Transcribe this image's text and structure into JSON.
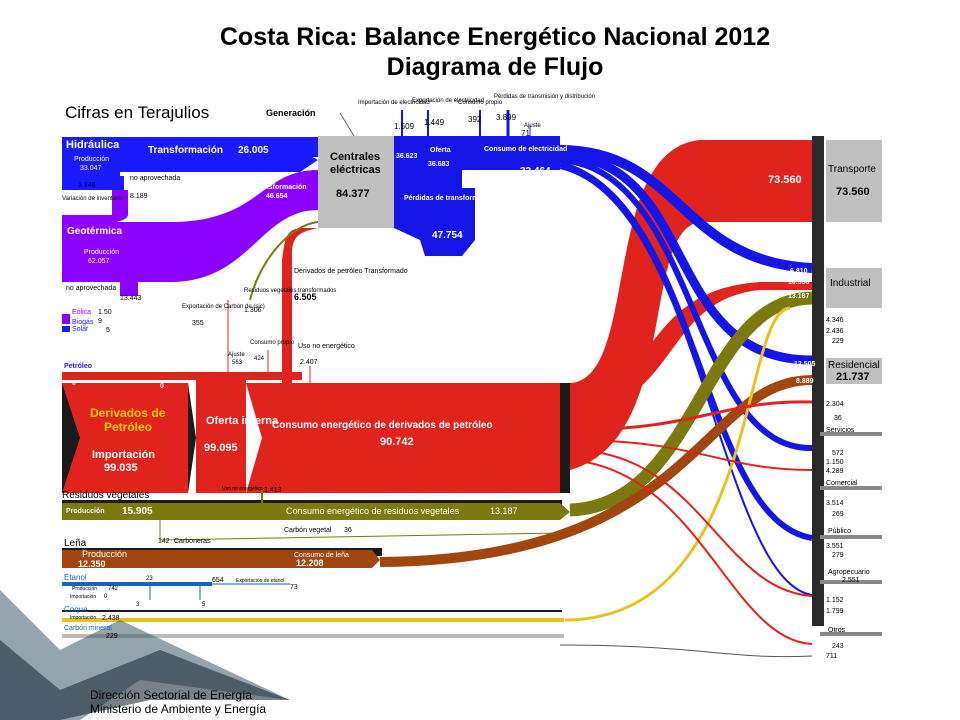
{
  "header": {
    "title_line1": "Costa Rica: Balance Energético Nacional 2012",
    "title_line2": "Diagrama de Flujo",
    "units": "Cifras en Terajulios"
  },
  "footer": {
    "line1": "Dirección Sectorial de Energía",
    "line2": "Ministerio de Ambiente y Energía"
  },
  "colors": {
    "hydro": "#1a1aff",
    "electric": "#1515e6",
    "geo": "#8b00ff",
    "petro": "#e0231c",
    "residues": "#7a7a10",
    "lena": "#a0460e",
    "etanol": "#1565c0",
    "coque": "#e8c020",
    "carbon": "#999999",
    "block": "#c0c0c0"
  },
  "labels": {
    "generacion": "Generación",
    "importacion_elec": "Importación de electricidad",
    "exportacion_elec": "Exportación de electricidad",
    "consumo_propio": "Consumo propio",
    "perdidas_trans": "Pérdidas de transmisión y distribución",
    "ajuste": "Ajuste",
    "imp_elec_val": "1.509",
    "exp_elec_val": "1.449",
    "cons_propio_val": "392",
    "perd_trans_val": "3.899",
    "ajuste_val": "71",
    "hidraulica": "Hidráulica",
    "produccion": "Producción",
    "hidro_prod": "33.047",
    "transformacion": "Transformación",
    "hidro_transf": "26.005",
    "var_inv": "Variación de inventario",
    "hidro_var": "1.146",
    "no_aprov": "no aprovechada",
    "hidro_noaprov": "8.189",
    "transf_geo": "Transformación",
    "geo_transf": "46.654",
    "centrales_1": "Centrales",
    "centrales_2": "eléctricas",
    "centrales_val": "84.377",
    "oferta_in": "36.623",
    "oferta": "Oferta",
    "oferta_val": "36.683",
    "consumo_elec": "Consumo de electricidad",
    "consumo_elec_val": "32.464",
    "perdidas_transf": "Pérdidas de transformación",
    "perdidas_transf_val": "47.754",
    "geotermica": "Geotérmica",
    "geo_prod": "62.057",
    "geo_noaprov": "13.443",
    "eolica": "Eólica",
    "eolica_val": "1.50",
    "biogas": "Biogás",
    "biogas_val": "9",
    "solar": "Solar",
    "solar_val": "5",
    "derivados_transf": "Derivados de petróleo Transformado",
    "derivados_transf_val": "6.505",
    "residuos_transf": "Residuos vegetales transformados",
    "residuos_transf_val": "1.306",
    "export_carb": "Exportación de Carbón de (sic)",
    "export_carb_val": "355",
    "uso_no_energ": "Uso no energético",
    "uso_no_energ_val": "2.407",
    "consumo_propio_p": "Consumo propio",
    "consumo_propio_p_val": "424",
    "ajuste_p_val": "563",
    "petroleo": "Petróleo",
    "imp_petro_val": "0",
    "der_petro_1": "Derivados de",
    "der_petro_2": "Petróleo",
    "importacion": "Importación",
    "importacion_val": "99.035",
    "oferta_interna": "Oferta interna",
    "oferta_interna_val": "99.095",
    "consumo_der": "Consumo energético de derivados de petróleo",
    "consumo_der_val": "90.742",
    "residuos": "Residuos vegetales",
    "residuos_prod": "15.905",
    "consumo_res": "Consumo energético de residuos vegetales",
    "consumo_res_val": "13.187",
    "uso_no_energ_res": "Uso no energético",
    "uso_no_energ_res_val": "1.413",
    "carbon_vegetal": "Carbón vegetal",
    "carbon_vegetal_val": "36",
    "carboneras": "Carboneras",
    "carboneras_val": "142",
    "lena": "Leña",
    "lena_prod": "12.350",
    "consumo_lena": "Consumo de leña",
    "consumo_lena_val": "12.208",
    "etanol": "Etanol",
    "etanol_prod": "742",
    "etanol_imp": "0",
    "etanol_transf": "654",
    "etanol_var": "3",
    "etanol_ajuste": "5",
    "etanol_exp": "Exportación de etanol",
    "etanol_noenerg": "73",
    "etanol_23": "23",
    "coque": "Coque",
    "coque_imp": "2.438",
    "carbon_mineral": "Carbón mineral",
    "carbon_mineral_val": "229",
    "transporte": "Transporte",
    "transporte_val": "73.560",
    "transporte_in": "73.560",
    "industrial": "Industrial",
    "ind_elec": "6.810",
    "ind_petro": "10.556",
    "ind_res": "13.187",
    "ind_1": "4.346",
    "ind_2": "2.436",
    "ind_3": "229",
    "residencial": "Residencial",
    "residencial_val": "21.737",
    "res_elec": "12.505",
    "res_lena": "8.889",
    "res_1": "2.304",
    "res_2": "36",
    "servicios": "Servicios",
    "serv_1": "572",
    "serv_2": "1.150",
    "serv_3": "4.289",
    "comercial": "Comercial",
    "com_1": "3.514",
    "com_2": "269",
    "publico": "Público",
    "pub_1": "3.551",
    "pub_2": "279",
    "agropecuario": "Agropecuario",
    "agro_1": "2.551",
    "agro_2": "1.152",
    "agro_3": "1.799",
    "otros": "Otros",
    "otros_1": "243",
    "otros_2": "711"
  }
}
